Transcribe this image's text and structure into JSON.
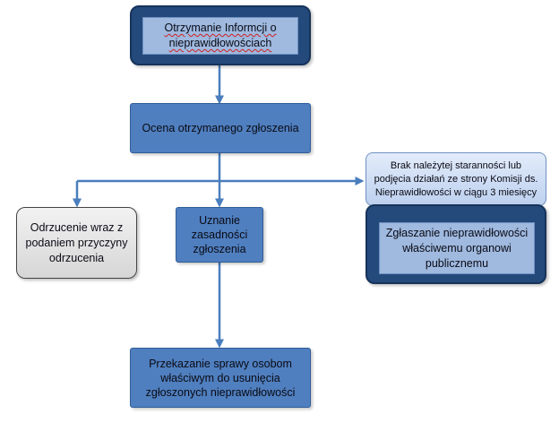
{
  "nodes": {
    "top": "Otrzymanie Informcji o nieprawidłowościach",
    "ocena": "Ocena otrzymanego zgłoszenia",
    "odrzucenie": "Odrzucenie wraz z podaniem przyczyny odrzucenia",
    "uznanie": "Uznanie zasadności zgłoszenia",
    "brak": "Brak należytej staranności lub podjęcia działań ze strony Komisji ds. Nieprawidłowości w ciągu 3 miesięcy",
    "zglaszanie": "Zgłaszanie nieprawidłowości właściwemu organowi publicznemu",
    "przekazanie": "Przekazanie sprawy osobom właściwym do usunięcia zgłoszonych nieprawidłowości"
  },
  "colors": {
    "navy_frame": "#244a7c",
    "light_panel": "#9fb9df",
    "process_blue": "#4f7fbf",
    "connector": "#4a7ebd",
    "reject_gray": "#d6d6d6"
  }
}
